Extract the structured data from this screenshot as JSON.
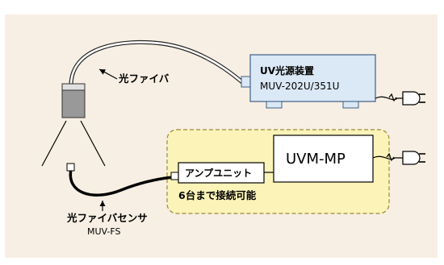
{
  "colors": {
    "background": "#f7efe3",
    "device_fill": "#dbe8f5",
    "device_stroke": "#3f5f86",
    "zone_fill": "#fbf3b8",
    "zone_stroke": "#9a8a35",
    "projector_fill": "#999999",
    "cable": "#000000"
  },
  "labels": {
    "fiber": "光ファイバ",
    "source_title": "UV光源装置",
    "source_model": "MUV-202U/351U",
    "amp_unit": "アンプユニット",
    "meter": "UVM-MP",
    "capacity": "6台まで接続可能",
    "sensor_title": "光ファイバセンサ",
    "sensor_model": "MUV-FS"
  },
  "icons": [
    "plug-icon",
    "plug-icon"
  ]
}
